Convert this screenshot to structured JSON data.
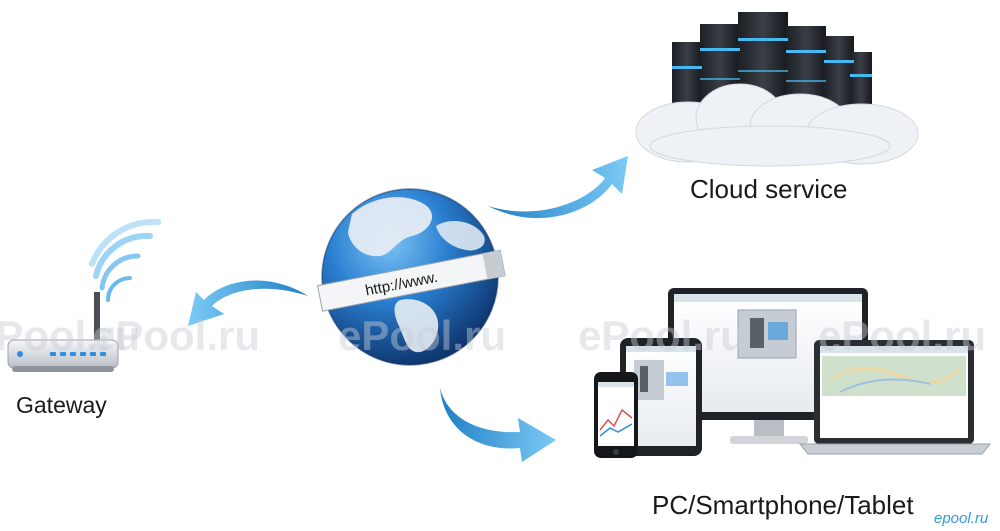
{
  "nodes": {
    "cloud": {
      "label": "Cloud service",
      "icon": "cloud-server-icon"
    },
    "gateway": {
      "label": "Gateway",
      "icon": "router-icon"
    },
    "devices": {
      "label": "PC/Smartphone/Tablet",
      "icon": "devices-icon"
    },
    "internet": {
      "url_text": "http://www.",
      "icon": "globe-icon"
    }
  },
  "watermark": {
    "text": "ePool.ru",
    "corner_text": "epool.ru"
  },
  "colors": {
    "arrow": "#3aa6df",
    "globe_ocean": "#1b64b4",
    "globe_land": "#e8eef4",
    "server": "#2b2f36",
    "server_light": "#47b8f0",
    "cloud": "#eef1f5",
    "router": "#e3e6ea",
    "router_led": "#2e8fe0",
    "wifi": "#5bb5ec"
  }
}
